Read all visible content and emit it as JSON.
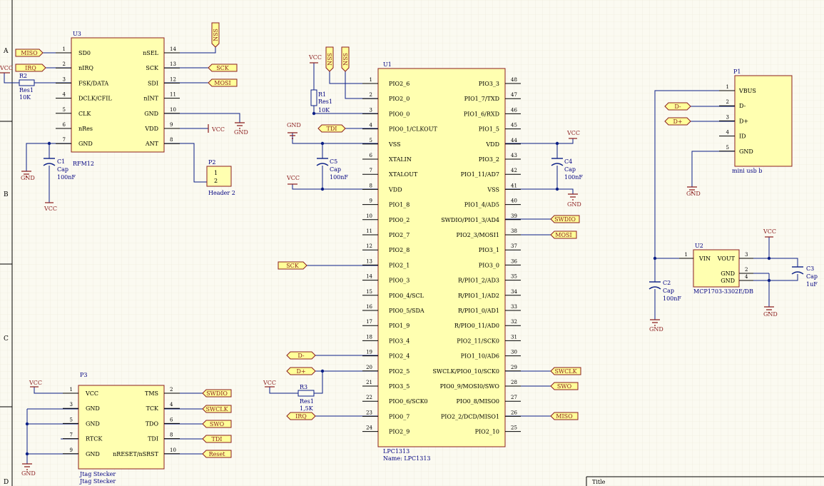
{
  "sheet": {
    "zone_letters": [
      "A",
      "B",
      "C",
      "D"
    ],
    "title_label": "Title"
  },
  "colors": {
    "background": "#fbfaf1",
    "grid": "#e9e5d6",
    "component_fill": "#ffffb0",
    "component_stroke": "#8b1d1d",
    "wire": "#0b1f86",
    "pin_text": "#000000",
    "designator_text": "#000080",
    "power_symbol": "#8b1d1d",
    "port_fill": "#ffff99",
    "port_stroke": "#8b1d1d"
  },
  "components": {
    "U3": {
      "designator": "U3",
      "part": "RFM12",
      "left_pins": [
        {
          "num": "1",
          "name": "SD0"
        },
        {
          "num": "2",
          "name": "nIRQ"
        },
        {
          "num": "3",
          "name": "FSK/DATA"
        },
        {
          "num": "4",
          "name": "DCLK/CFIL"
        },
        {
          "num": "5",
          "name": "CLK"
        },
        {
          "num": "6",
          "name": "nRes"
        },
        {
          "num": "7",
          "name": "GND"
        }
      ],
      "right_pins": [
        {
          "num": "14",
          "name": "nSEL"
        },
        {
          "num": "13",
          "name": "SCK"
        },
        {
          "num": "12",
          "name": "SDI"
        },
        {
          "num": "11",
          "name": "nINT"
        },
        {
          "num": "10",
          "name": "GND"
        },
        {
          "num": "9",
          "name": "VDD"
        },
        {
          "num": "8",
          "name": "ANT"
        }
      ]
    },
    "U1": {
      "designator": "U1",
      "part": "LPC1313",
      "comment": "Name: LPC1313",
      "left_pins": [
        {
          "num": "1",
          "name": "PIO2_6"
        },
        {
          "num": "2",
          "name": "PIO2_0"
        },
        {
          "num": "3",
          "name": "PIO0_0"
        },
        {
          "num": "4",
          "name": "PIO0_1/CLKOUT"
        },
        {
          "num": "5",
          "name": "VSS"
        },
        {
          "num": "6",
          "name": "XTALIN"
        },
        {
          "num": "7",
          "name": "XTALOUT"
        },
        {
          "num": "8",
          "name": "VDD"
        },
        {
          "num": "9",
          "name": "PIO1_8"
        },
        {
          "num": "10",
          "name": "PIO0_2"
        },
        {
          "num": "11",
          "name": "PIO2_7"
        },
        {
          "num": "12",
          "name": "PIO2_8"
        },
        {
          "num": "13",
          "name": "PIO2_1"
        },
        {
          "num": "14",
          "name": "PIO0_3"
        },
        {
          "num": "15",
          "name": "PIO0_4/SCL"
        },
        {
          "num": "16",
          "name": "PIO0_5/SDA"
        },
        {
          "num": "17",
          "name": "PIO1_9"
        },
        {
          "num": "18",
          "name": "PIO3_4"
        },
        {
          "num": "19",
          "name": "PIO2_4"
        },
        {
          "num": "20",
          "name": "PIO2_5"
        },
        {
          "num": "21",
          "name": "PIO3_5"
        },
        {
          "num": "22",
          "name": "PIO0_6/SCK0"
        },
        {
          "num": "23",
          "name": "PIO0_7"
        },
        {
          "num": "24",
          "name": "PIO2_9"
        }
      ],
      "right_pins": [
        {
          "num": "48",
          "name": "PIO3_3"
        },
        {
          "num": "47",
          "name": "PIO1_7/TXD"
        },
        {
          "num": "46",
          "name": "PIO1_6/RXD"
        },
        {
          "num": "45",
          "name": "PIO1_5"
        },
        {
          "num": "44",
          "name": "VDD"
        },
        {
          "num": "43",
          "name": "PIO3_2"
        },
        {
          "num": "42",
          "name": "PIO1_11/AD7"
        },
        {
          "num": "41",
          "name": "VSS"
        },
        {
          "num": "40",
          "name": "PIO1_4/AD5"
        },
        {
          "num": "39",
          "name": "SWDIO/PIO1_3/AD4"
        },
        {
          "num": "38",
          "name": "PIO2_3/MOSI1"
        },
        {
          "num": "37",
          "name": "PIO3_1"
        },
        {
          "num": "36",
          "name": "PIO3_0"
        },
        {
          "num": "35",
          "name": "R/PIO1_2/AD3"
        },
        {
          "num": "34",
          "name": "R/PIO1_1/AD2"
        },
        {
          "num": "33",
          "name": "R/PIO1_0/AD1"
        },
        {
          "num": "32",
          "name": "R/PIO0_11/AD0"
        },
        {
          "num": "31",
          "name": "PIO2_11/SCK0"
        },
        {
          "num": "30",
          "name": "PIO1_10/AD6"
        },
        {
          "num": "29",
          "name": "SWCLK/PIO0_10/SCK0"
        },
        {
          "num": "28",
          "name": "PIO0_9/MOSI0/SWO"
        },
        {
          "num": "27",
          "name": "PIO0_8/MISO0"
        },
        {
          "num": "26",
          "name": "PIO2_2/DCD/MISO1"
        },
        {
          "num": "25",
          "name": "PIO2_10"
        }
      ]
    },
    "P1": {
      "designator": "P1",
      "part": "mini usb b",
      "pins": [
        {
          "num": "1",
          "name": "VBUS"
        },
        {
          "num": "2",
          "name": "D-"
        },
        {
          "num": "3",
          "name": "D+"
        },
        {
          "num": "4",
          "name": "ID"
        },
        {
          "num": "5",
          "name": "GND"
        }
      ]
    },
    "U2": {
      "designator": "U2",
      "part": "MCP1703-3302E/DB",
      "pins": [
        {
          "num": "1",
          "name": "VIN"
        },
        {
          "num": "3",
          "name": "VOUT"
        },
        {
          "num": "2",
          "name": "GND"
        },
        {
          "num": "4",
          "name": "GND"
        }
      ]
    },
    "P3": {
      "designator": "P3",
      "part": "Jtag Stecker",
      "comment": "Jtag Stecker",
      "left_pins": [
        {
          "num": "1",
          "name": "VCC"
        },
        {
          "num": "3",
          "name": "GND"
        },
        {
          "num": "5",
          "name": "GND"
        },
        {
          "num": "7",
          "name": "RTCK"
        },
        {
          "num": "9",
          "name": "GND"
        }
      ],
      "right_pins": [
        {
          "num": "2",
          "name": "TMS"
        },
        {
          "num": "4",
          "name": "TCK"
        },
        {
          "num": "6",
          "name": "TDO"
        },
        {
          "num": "8",
          "name": "TDI"
        },
        {
          "num": "10",
          "name": "nRESET/nSRST"
        }
      ]
    },
    "P2": {
      "designator": "P2",
      "part": "Header 2",
      "pins": [
        {
          "num": "1"
        },
        {
          "num": "2"
        }
      ]
    },
    "R1": {
      "designator": "R1",
      "part": "Res1",
      "value": "10K"
    },
    "R2": {
      "designator": "R2",
      "part": "Res1",
      "value": "10K"
    },
    "R3": {
      "designator": "R3",
      "part": "Res1",
      "value": "1,5K"
    },
    "C1": {
      "designator": "C1",
      "part": "Cap",
      "value": "100nF"
    },
    "C2": {
      "designator": "C2",
      "part": "Cap",
      "value": "100nF"
    },
    "C3": {
      "designator": "C3",
      "part": "Cap",
      "value": "1uF"
    },
    "C4": {
      "designator": "C4",
      "part": "Cap",
      "value": "100nF"
    },
    "C5": {
      "designator": "C5",
      "part": "Cap",
      "value": "100nF"
    }
  },
  "net_labels": {
    "miso": "MISO",
    "irq": "IRQ",
    "nss": "NSS",
    "sck": "SCK",
    "mosi": "MOSI",
    "reset": "Reset",
    "tdi": "TDI",
    "swdio": "SWDIO",
    "swclk": "SWCLK",
    "swo": "SWO",
    "d_minus": "D-",
    "d_plus": "D+"
  },
  "power": {
    "vcc": "VCC",
    "gnd": "GND"
  }
}
